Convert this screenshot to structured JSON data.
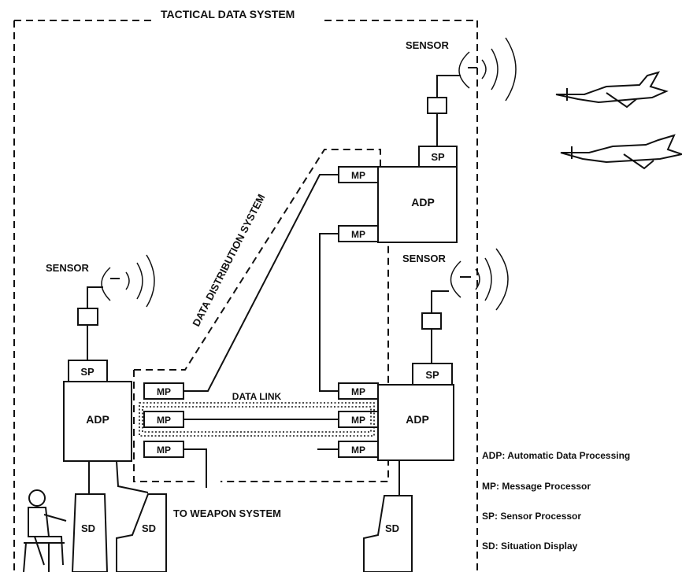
{
  "title": "TACTICAL DATA SYSTEM",
  "dds_label": "DATA DISTRIBUTION SYSTEM",
  "data_link_label": "DATA LINK",
  "weapon_label": "TO WEAPON SYSTEM",
  "sensor_label": "SENSOR",
  "sp": "SP",
  "adp": "ADP",
  "mp": "MP",
  "sd": "SD",
  "legend": [
    "ADP: Automatic Data Processing",
    "MP: Message Processor",
    "SP: Sensor Processor",
    "SD: Situation Display"
  ]
}
